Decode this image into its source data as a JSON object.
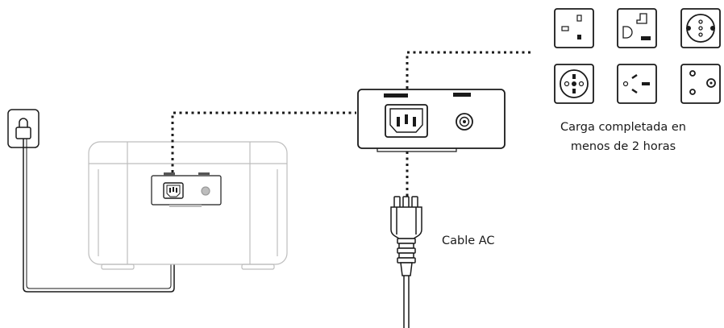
{
  "labels": {
    "charge_line1": "Carga completada en",
    "charge_line2": "menos de 2 horas",
    "cable": "Cable AC"
  },
  "colors": {
    "line": "#1a1a1a",
    "station_outline": "#bdbdbd",
    "background": "#ffffff"
  },
  "icons": [
    "wall-outlet-icon",
    "power-station-icon",
    "ac-input-panel-icon",
    "ac-power-cord-icon",
    "outlet-type-a-icon",
    "outlet-type-g-icon",
    "outlet-type-f-icon",
    "outlet-type-e-icon",
    "outlet-type-i-icon",
    "outlet-type-d-icon"
  ]
}
